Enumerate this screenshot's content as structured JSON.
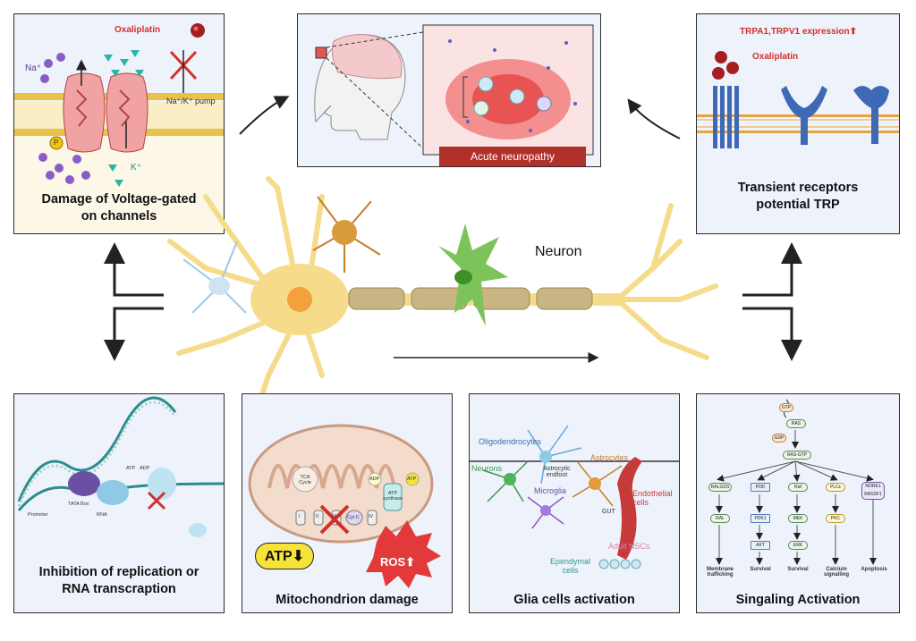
{
  "panels": {
    "voltage": {
      "caption": "Damage of Voltage-gated on channels",
      "oxaliplatin": "Oxaliplatin",
      "na": "Na⁺",
      "k": "K⁺",
      "pump": "Na⁺/K⁺ pump",
      "p": "P"
    },
    "acute": {
      "label": "Acute neuropathy"
    },
    "trp": {
      "expression": "TRPA1,TRPV1 expression⬆",
      "oxaliplatin": "Oxaliplatin",
      "caption": "Transient receptors potential TRP"
    },
    "replication": {
      "caption": "Inhibition of replication or RNA transcraption",
      "promoter": "Promoter",
      "rna": "RNA",
      "tata": "TATA Box",
      "atp": "ATP",
      "adp": "ADP"
    },
    "mito": {
      "caption": "Mitochondrion damage",
      "tca": "TCA Cycle",
      "adp": "ADP",
      "atp": "ATP",
      "synthase": "ATP synthase",
      "cytc": "Cyt C",
      "c1": "I",
      "c2": "II",
      "c3": "III",
      "c4": "IV",
      "atp_down": "ATP⬇",
      "ros_up": "ROS⬆"
    },
    "glia": {
      "caption": "Glia cells activation",
      "oligo": "Oligodendrocytes",
      "neurons": "Neurons",
      "endfoot": "Astrocytic endfoot",
      "microglia": "Microglia",
      "astro": "Astrocytes",
      "endo": "Endothelial cells",
      "nsc": "Adult NSCs",
      "ependymal": "Ependymal cells",
      "gut": "GUT"
    },
    "signaling": {
      "caption": "Singaling Activation",
      "gtp": "GTP",
      "gdp": "GDP",
      "ras": "RAS",
      "rasgtp": "RAS-GTP",
      "columns": [
        {
          "n1": "RALGDS",
          "n2": "RAL",
          "n3": "",
          "outcome": "Membrane trafficking"
        },
        {
          "n1": "PI3K",
          "n2": "PDK1",
          "n3": "AKT",
          "outcome": "Survival"
        },
        {
          "n1": "Raf",
          "n2": "MEK",
          "n3": "ERK",
          "outcome": "Survival"
        },
        {
          "n1": "PLCε",
          "n2": "PKC",
          "n3": "",
          "outcome": "Calcium signalling"
        },
        {
          "n1": "NORE1 RASSF1",
          "n2": "",
          "n3": "",
          "outcome": "Apoptosis"
        }
      ]
    }
  },
  "center": {
    "neuron_label": "Neuron"
  },
  "colors": {
    "panel_bg": "#eef3fb",
    "red_text": "#d0312d",
    "neuron_yellow": "#f6dc8a",
    "myelin": "#c9b583",
    "acute_bar": "#b0302a"
  }
}
